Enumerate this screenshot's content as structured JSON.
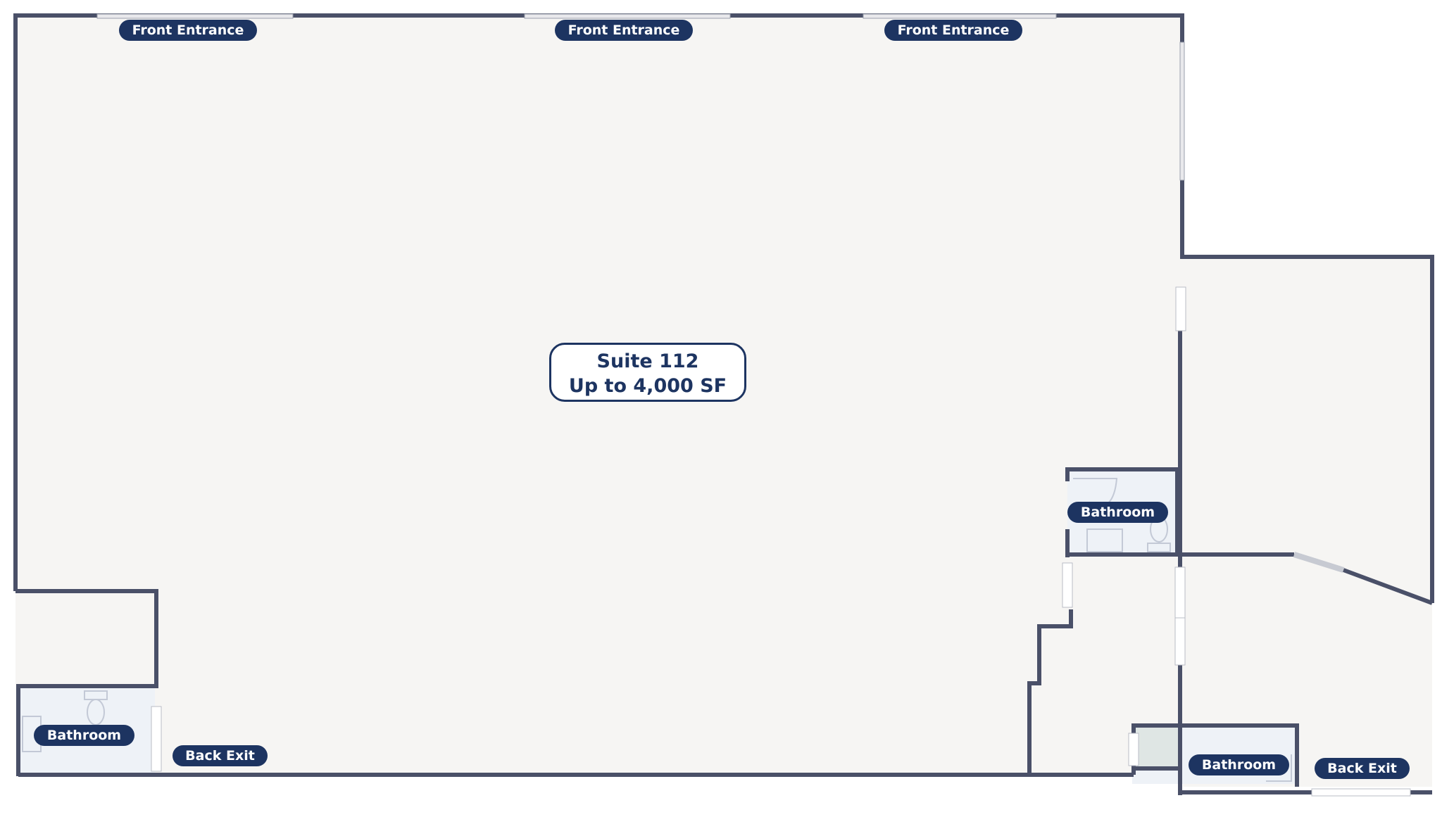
{
  "floor_plan": {
    "suite": {
      "name": "Suite 112",
      "area": "Up to 4,000 SF"
    },
    "labels": {
      "front_entrance_left": "Front Entrance",
      "front_entrance_center": "Front Entrance",
      "front_entrance_right": "Front Entrance",
      "bathroom_left": "Bathroom",
      "bathroom_right_upper": "Bathroom",
      "bathroom_right_lower": "Bathroom",
      "back_exit_left": "Back Exit",
      "back_exit_right": "Back Exit"
    },
    "colors": {
      "wall": "#4a5068",
      "floor": "#f6f5f3",
      "bathroom_floor": "#eef2f7",
      "label_bg": "#1d3461",
      "label_text": "#ffffff"
    }
  }
}
